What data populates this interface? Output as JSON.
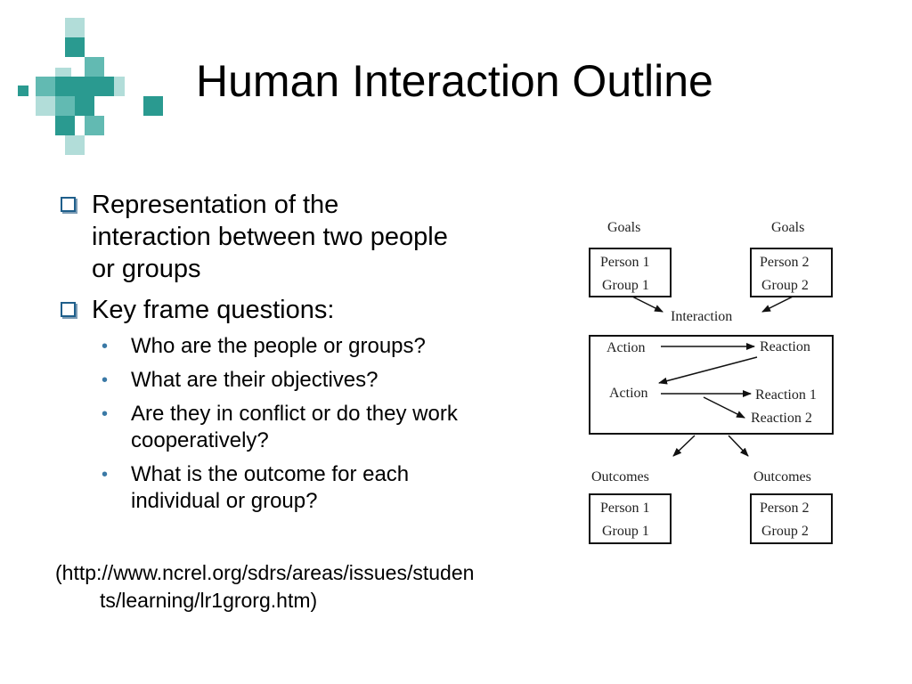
{
  "slide": {
    "title": "Human Interaction Outline",
    "bullets": [
      {
        "text": "Representation of the interaction between two people or groups",
        "lines": [
          "Representation of the",
          "interaction between two people",
          "or groups"
        ]
      },
      {
        "text": "Key frame questions:",
        "sub": [
          {
            "lines": [
              "Who are the people or groups?"
            ]
          },
          {
            "lines": [
              "What are their objectives?"
            ]
          },
          {
            "lines": [
              "Are they in conflict or do they work",
              "cooperatively?"
            ]
          },
          {
            "lines": [
              "What is the outcome for each",
              "individual or group?"
            ]
          }
        ]
      }
    ],
    "source": {
      "line1": "(http://www.ncrel.org/sdrs/areas/issues/studen",
      "line2": "ts/learning/lr1grorg.htm)"
    }
  },
  "diagram": {
    "goals_left": "Goals",
    "goals_right": "Goals",
    "top_left_box": [
      "Person 1",
      "Group 1"
    ],
    "top_right_box": [
      "Person 2",
      "Group 2"
    ],
    "interaction": "Interaction",
    "action1": "Action",
    "reaction": "Reaction",
    "action2": "Action",
    "reaction1": "Reaction 1",
    "reaction2": "Reaction 2",
    "outcomes_left": "Outcomes",
    "outcomes_right": "Outcomes",
    "bottom_left_box": [
      "Person 1",
      "Group 1"
    ],
    "bottom_right_box": [
      "Person 2",
      "Group 2"
    ]
  },
  "colors": {
    "logo_dark": "#2a9a90",
    "logo_mid": "#62bab2",
    "logo_light": "#b2ddd9",
    "bullet_box": "#1f5f8b",
    "bullet_dot": "#3a79a6"
  },
  "icons": {
    "logo": "teal-square-mosaic",
    "level1_bullet": "hollow-square-icon",
    "level2_bullet": "dot-icon"
  }
}
